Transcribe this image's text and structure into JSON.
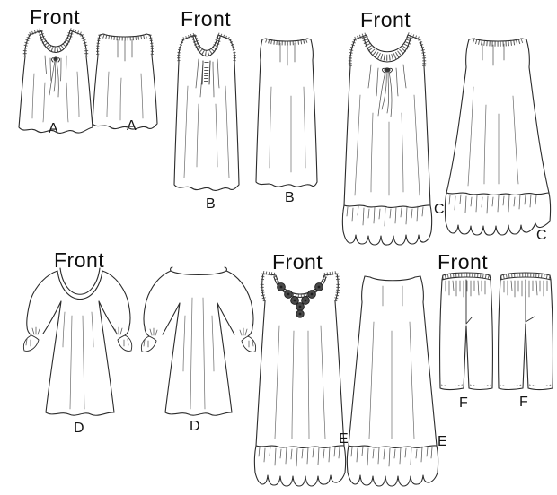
{
  "illustration": {
    "background": "#ffffff",
    "ink_color": "#2b2b2b",
    "panels": [
      {
        "view_label": "Front",
        "garments": [
          {
            "letter": "A"
          },
          {
            "letter": "A"
          }
        ]
      },
      {
        "view_label": "Front",
        "garments": [
          {
            "letter": "B"
          },
          {
            "letter": "B"
          }
        ]
      },
      {
        "view_label": "Front",
        "garments": [
          {
            "letter": "C"
          },
          {
            "letter": "C"
          }
        ]
      },
      {
        "view_label": "Front",
        "garments": [
          {
            "letter": "D"
          },
          {
            "letter": "D"
          }
        ]
      },
      {
        "view_label": "Front",
        "garments": [
          {
            "letter": "E"
          },
          {
            "letter": "E"
          }
        ]
      },
      {
        "view_label": "Front",
        "garments": [
          {
            "letter": "F"
          },
          {
            "letter": "F"
          }
        ]
      }
    ]
  }
}
